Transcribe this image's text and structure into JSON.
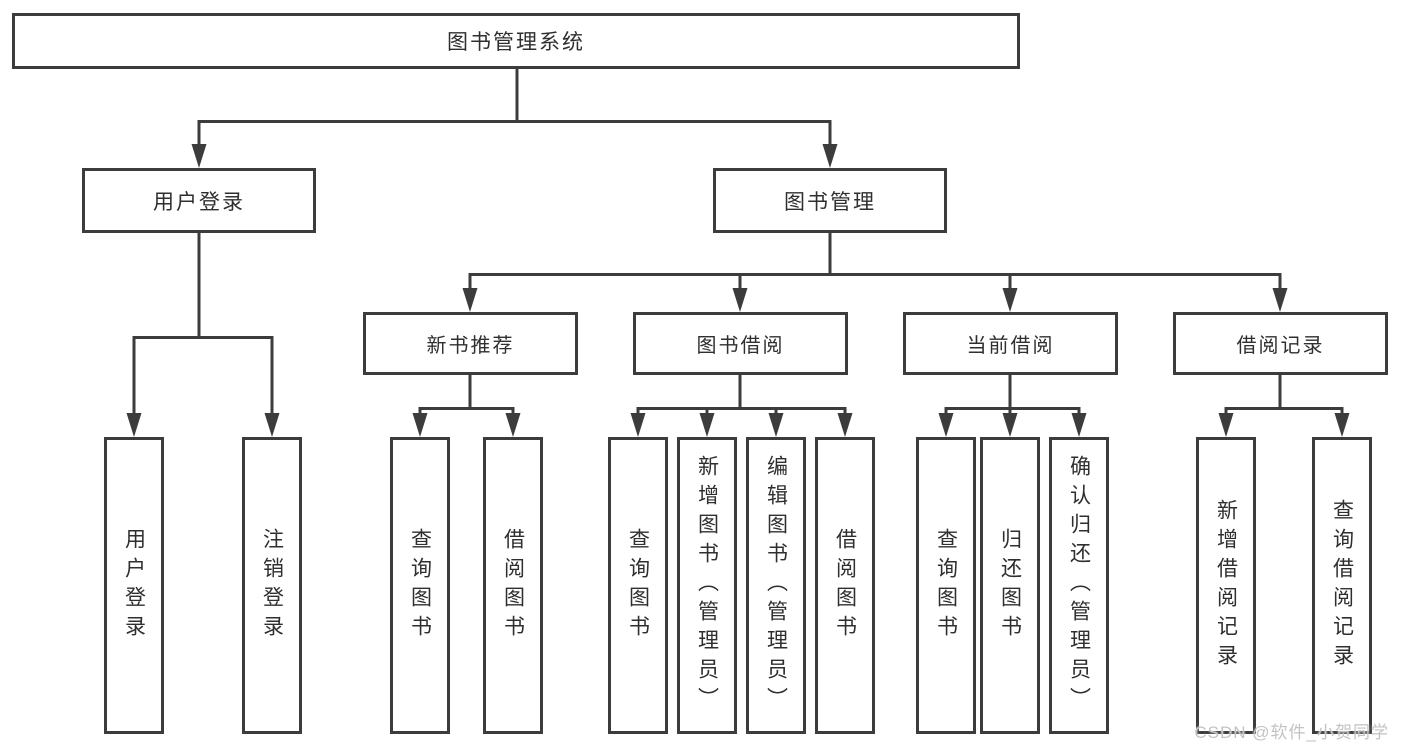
{
  "watermark": "CSDN @软件_小贺同学",
  "colors": {
    "line": "#3c3c3c",
    "text": "#2f2f2f",
    "watermark": "#c3c3c3",
    "background": "#ffffff"
  },
  "tree": {
    "root": "图书管理系统",
    "children": [
      {
        "label": "用户登录",
        "children": [
          {
            "label": "用户登录"
          },
          {
            "label": "注销登录"
          }
        ]
      },
      {
        "label": "图书管理",
        "children": [
          {
            "label": "新书推荐",
            "children": [
              {
                "label": "查询图书"
              },
              {
                "label": "借阅图书"
              }
            ]
          },
          {
            "label": "图书借阅",
            "children": [
              {
                "label": "查询图书"
              },
              {
                "label": "新增图书（管理员）"
              },
              {
                "label": "编辑图书（管理员）"
              },
              {
                "label": "借阅图书"
              }
            ]
          },
          {
            "label": "当前借阅",
            "children": [
              {
                "label": "查询图书"
              },
              {
                "label": "归还图书"
              },
              {
                "label": "确认归还（管理员）"
              }
            ]
          },
          {
            "label": "借阅记录",
            "children": [
              {
                "label": "新增借阅记录"
              },
              {
                "label": "查询借阅记录"
              }
            ]
          }
        ]
      }
    ]
  }
}
